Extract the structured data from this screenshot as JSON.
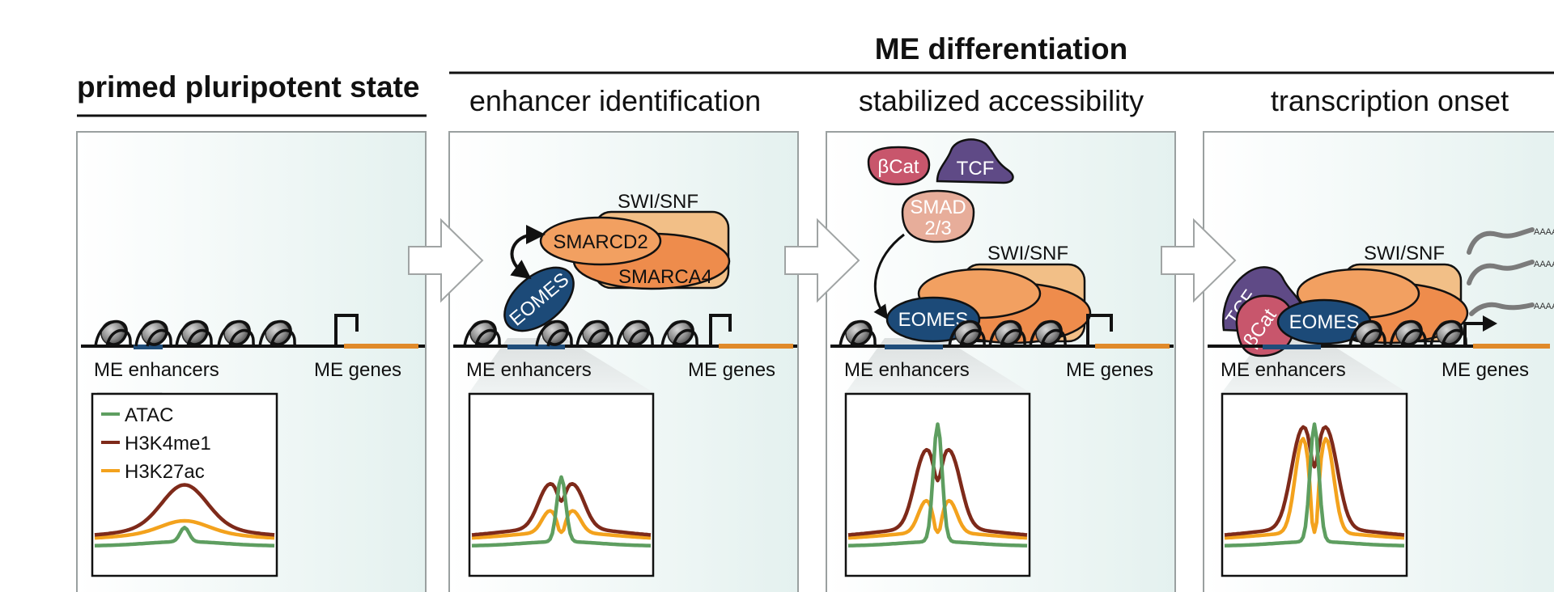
{
  "header": {
    "primed_title": "primed pluripotent state",
    "me_title": "ME differentiation"
  },
  "panels": [
    {
      "title": "",
      "label_enhancers": "ME enhancers",
      "label_genes": "ME genes",
      "legend": [
        {
          "name": "ATAC",
          "color": "#5e9e60"
        },
        {
          "name": "H3K4me1",
          "color": "#7e2a1a"
        },
        {
          "name": "H3K27ac",
          "color": "#f3a21d"
        }
      ],
      "signal": {
        "atac": 0.12,
        "h3k4me1": 0.3,
        "h3k27ac": 0.08
      }
    },
    {
      "title": "enhancer identification",
      "label_enhancers": "ME enhancers",
      "label_genes": "ME genes",
      "proteins": {
        "complex": "SWI/SNF",
        "smarcd2": "SMARCD2",
        "smarca4": "SMARCA4",
        "eomes": "EOMES"
      },
      "signal": {
        "atac": 0.55,
        "h3k4me1": 0.35,
        "h3k27ac": 0.15
      }
    },
    {
      "title": "stabilized accessibility",
      "label_enhancers": "ME enhancers",
      "label_genes": "ME genes",
      "proteins": {
        "complex": "SWI/SNF",
        "eomes": "EOMES",
        "bcat": "βCat",
        "tcf": "TCF",
        "smad_line1": "SMAD",
        "smad_line2": "2/3"
      },
      "signal": {
        "atac": 1.0,
        "h3k4me1": 0.62,
        "h3k27ac": 0.22
      }
    },
    {
      "title": "transcription onset",
      "label_enhancers": "ME enhancers",
      "label_genes": "ME genes",
      "proteins": {
        "complex": "SWI/SNF",
        "eomes": "EOMES",
        "bcat": "βCat",
        "tcf": "TCF",
        "transcript_tail": "AAAA"
      },
      "signal": {
        "atac": 1.0,
        "h3k4me1": 0.8,
        "h3k27ac": 0.65
      }
    }
  ],
  "colors": {
    "panel_fill": "#eaf3f2",
    "panel_border": "#9aa0a0",
    "orange_dark": "#ee8c4c",
    "orange_mid": "#f2a061",
    "orange_light": "#f2bf87",
    "eomes_blue": "#1c4a78",
    "bcat_pink": "#c8566c",
    "tcf_purple": "#5f4a86",
    "smad_pink": "#e7ad9a",
    "gene_orange": "#e08a2a",
    "enhancer_blue": "#1f4d7a"
  }
}
